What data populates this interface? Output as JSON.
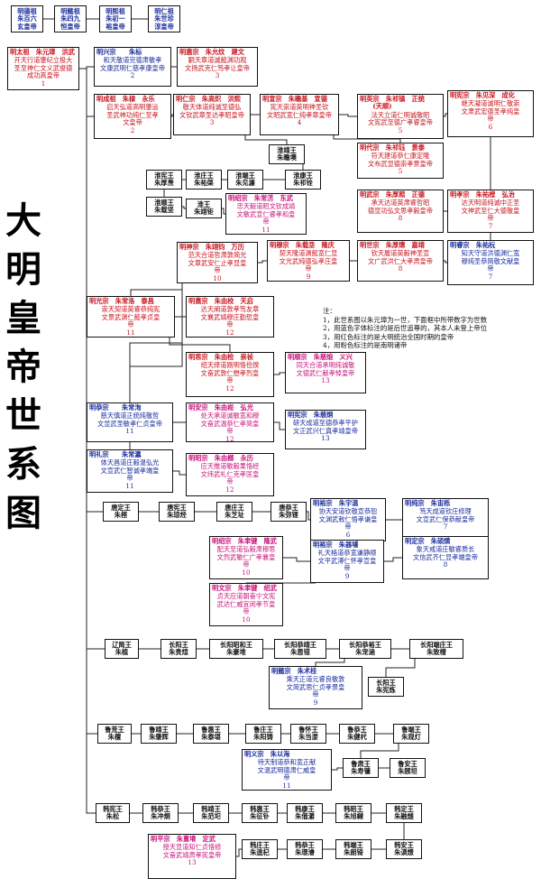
{
  "title": "大明皇帝世系图",
  "notes": {
    "label": "注：",
    "items": [
      "1，此世系图以朱元璋为一世，下面框中所带数字为世数",
      "2，用蓝色字体标注的是后世追尊的，其本人未登上帝位",
      "3，用红色标注的是大明统治全国时期的皇帝",
      "4，用粉色标注的是南明诸帝"
    ]
  },
  "colors": {
    "ruling": "#c8141e",
    "posthumous": "#1a2c9c",
    "southern_ming": "#c8147c",
    "other": "#111111"
  },
  "nodes": [
    {
      "id": "dezu",
      "style": "blue",
      "text": "明德祖\n朱百六\n玄皇帝"
    },
    {
      "id": "yizu",
      "style": "blue",
      "text": "明懿祖\n朱四九\n恒皇帝"
    },
    {
      "id": "xizu",
      "style": "blue",
      "text": "明熙祖\n朱初一\n裕皇帝"
    },
    {
      "id": "renzu",
      "style": "blue",
      "text": "明仁祖\n朱世珍\n淳皇帝"
    },
    {
      "id": "taizu",
      "style": "red",
      "head": "明太祖　朱元璋　洪武",
      "body": "开天行道肇纪立极大\n圣至神仁文义武俊德\n成功高皇帝",
      "gen": "1"
    },
    {
      "id": "xingzong",
      "style": "blue",
      "head": "明兴宗　　朱标",
      "body": "和天敬道完德肃敏孝\n文康武明仁慈孝康皇帝",
      "gen": "2"
    },
    {
      "id": "huidi",
      "style": "red",
      "head": "明惠宗　朱允炆　建文",
      "body": "嗣天章道诚懿渊功观\n文扬武克仁笃孝让皇帝",
      "gen": "3"
    },
    {
      "id": "chengzu",
      "style": "red",
      "head": "明成祖　朱棣　永乐",
      "body": "启天弘道高明肇运\n圣武神功纯仁至孝\n文皇帝",
      "gen": "2"
    },
    {
      "id": "renzong",
      "style": "red",
      "head": "明仁宗　朱高炽　洪熙",
      "body": "敬天体道纯诚至德弘\n文钦武章圣达孝昭皇帝",
      "gen": "3"
    },
    {
      "id": "xuanzong",
      "style": "red",
      "head": "明宣宗　朱瞻基　宣德",
      "body": "宪天崇道英明神圣钦\n文昭武宽仁纯孝章皇帝",
      "gen": "4"
    },
    {
      "id": "yingzong",
      "style": "red",
      "head": "明英宗　朱祁镇　正统\n　　(天顺)",
      "body": "法天立道仁明诚敬昭\n文宪武至德广孝睿皇帝",
      "gen": "5"
    },
    {
      "id": "xianzong",
      "style": "red",
      "head": "明宪宗　朱见深　成化",
      "body": "继天凝道诚明仁敬崇\n文肃武宏德圣孝纯皇\n帝",
      "gen": "6"
    },
    {
      "id": "daizong",
      "style": "red",
      "head": "明代宗　朱祁钰　景泰",
      "body": "符天建道恭仁康定隆\n文布武显德崇孝景皇帝",
      "gen": "5"
    },
    {
      "id": "huaijing",
      "style": "blk",
      "text": "淮靖王\n朱瞻墺"
    },
    {
      "id": "huaikang",
      "style": "blk",
      "text": "淮康王\n朱祁铨"
    },
    {
      "id": "huaixian",
      "style": "blk",
      "text": "淮宪王\n朱厚焘"
    },
    {
      "id": "huaizhuang",
      "style": "blk",
      "text": "淮庄王\n朱祐棨"
    },
    {
      "id": "huaiduan",
      "style": "blk",
      "text": "淮端王\n朱见濂"
    },
    {
      "id": "huaishun",
      "style": "blk",
      "text": "淮顺王\n朱载坚"
    },
    {
      "id": "huaiwang",
      "style": "blk",
      "text": "淮王\n朱翊钜"
    },
    {
      "id": "xiaozong",
      "style": "red",
      "head": "明孝宗　朱祐樘　弘治",
      "body": "达天明道纯诚中正圣\n文神武至仁大德敬皇\n帝",
      "gen": "7"
    },
    {
      "id": "wuzong",
      "style": "red",
      "head": "明武宗　朱厚照　正德",
      "body": "承天达道英肃睿哲昭\n德显功弘文思孝毅皇帝",
      "gen": "8"
    },
    {
      "id": "ruizong",
      "style": "blue",
      "head": "明睿宗　朱祐杬",
      "body": "知天守道洪德渊仁宽\n穆纯圣恭简敬文献皇\n帝",
      "gen": "7"
    },
    {
      "id": "shizong",
      "style": "red",
      "head": "明世宗　朱厚熜　嘉靖",
      "body": "钦天履道英毅神圣宣\n文广武洪仁大孝肃皇帝",
      "gen": "8"
    },
    {
      "id": "muzong",
      "style": "red",
      "head": "明穆宗　朱载坖　隆庆",
      "body": "契天隆道渊懿宽仁显\n文光武纯德弘孝庄皇\n帝",
      "gen": "9"
    },
    {
      "id": "shenzong",
      "style": "red",
      "head": "明神宗　朱翊钧　万历",
      "body": "范天合道哲肃敦简光\n文章武安仁止孝显皇\n帝",
      "gen": "10"
    },
    {
      "id": "shaozong",
      "style": "mag",
      "head": "明绍宗　朱常淓　东武",
      "body": "忠天毅道昭文钦成靖\n文敏武宣仁睿孝和皇\n帝",
      "gen": "11"
    },
    {
      "id": "guangzong",
      "style": "red",
      "head": "明光宗　朱常洛　泰昌",
      "body": "崇天契道英睿恭纯宪\n文景武渊仁懿孝贞皇\n帝",
      "gen": "11"
    },
    {
      "id": "xizong",
      "style": "red",
      "head": "明熹宗　朱由校　天启",
      "body": "达天阐道敦孝笃友章\n文襄武靖穆庄勤悊皇\n帝",
      "gen": "12"
    },
    {
      "id": "sizong",
      "style": "red",
      "head": "明思宗　朱由检　崇祯",
      "body": "绍天绎道刚明恪俭揆\n文奋武敦仁懋孝烈皇\n帝",
      "gen": "12"
    },
    {
      "id": "shunzong",
      "style": "mag",
      "head": "明顺宗　朱慈烺　义兴",
      "body": "同天合道承明纯诚敬\n文德武仁献孝悼皇帝",
      "gen": "13"
    },
    {
      "id": "gongzong",
      "style": "blue",
      "head": "明恭宗　　朱常洵",
      "body": "慈天慎道正统纯敬哲\n文显武圣敏孝仁贞皇帝",
      "gen": "11"
    },
    {
      "id": "anzong",
      "style": "mag",
      "head": "明安宗　朱由崧　弘光",
      "body": "处天承道诚敏宽和穆\n文奋武温恭仁孝简皇\n帝",
      "gen": "12"
    },
    {
      "id": "xianzong2",
      "style": "blue",
      "head": "明宪宗　朱慈炯",
      "body": "研天成道至德恭孝平护\n文正武兴仁真孝靖皇帝",
      "gen": "13"
    },
    {
      "id": "lizong",
      "style": "blue",
      "head": "明礼宗　　朱常瀛",
      "body": "体天昌道庄毅温弘光\n文宣武仁智诚孝端皇\n帝",
      "gen": "11"
    },
    {
      "id": "zhaozong",
      "style": "mag",
      "head": "明昭宗　朱由榔　永历",
      "body": "应天推道敏毅果恪经\n文纬武礼仁克孝匡皇\n帝",
      "gen": "12"
    },
    {
      "id": "tangding",
      "style": "blk",
      "text": "唐定王\n朱桱"
    },
    {
      "id": "tangxian",
      "style": "blk",
      "text": "唐宪王\n朱琼烃"
    },
    {
      "id": "tangzhuang",
      "style": "blk",
      "text": "唐庄王\n朱芝址"
    },
    {
      "id": "tanggong",
      "style": "blk",
      "text": "唐恭王\n朱弥锂"
    },
    {
      "id": "yuzong",
      "style": "blue",
      "head": "明裕宗　朱宇温",
      "body": "协天安道钦敬宣恭恕\n文渊武敕仁悟孝谦皇\n帝",
      "gen": "6"
    },
    {
      "id": "chunzong",
      "style": "blue",
      "head": "明纯宗　朱宙栎",
      "body": "笃天成道钦庄修理\n文宣武仁保恭献皇帝",
      "gen": "7"
    },
    {
      "id": "shaozong2",
      "style": "mag",
      "head": "明绍宗　朱聿键　隆武",
      "body": "配天至道弘毅肃穆思\n文烈武敏仁广孝襄皇\n帝",
      "gen": "10"
    },
    {
      "id": "yuzong2",
      "style": "blue",
      "head": "明裕宗　朱器墭",
      "body": "礼天格道恭宽谦静顺\n文平武溥仁怀孝宣皇\n帝",
      "gen": "9"
    },
    {
      "id": "dingzong",
      "style": "blue",
      "head": "明定宗　朱硕熿",
      "body": "象天戒道庄敏睿质长\n文信武齐仁显孝端皇帝",
      "gen": "8"
    },
    {
      "id": "wenzong",
      "style": "mag",
      "head": "明文宗　朱聿键　绍武",
      "body": "贞天应道朝奋宁文宪\n武达仁威宜闵孝节皇\n帝",
      "gen": "10"
    },
    {
      "id": "liaojian",
      "style": "blk",
      "text": "辽简王\n朱植"
    },
    {
      "id": "changyang",
      "style": "blk",
      "text": "长阳王\n朱贵煊"
    },
    {
      "id": "changyangzhao",
      "style": "blk",
      "text": "长阳昭和王\n朱豪堆"
    },
    {
      "id": "changyanggongjing",
      "style": "blk",
      "text": "长阳恭靖王\n朱恩错"
    },
    {
      "id": "changyanggongyu",
      "style": "blk",
      "text": "长阳恭裕王\n朱宠涵"
    },
    {
      "id": "changyangduanzhuang",
      "style": "blk",
      "text": "长阳端庄王\n朱致橧"
    },
    {
      "id": "yizong",
      "style": "blue",
      "head": "明懿宗　朱术桂",
      "body": "乘天正道元睿良敏敦\n文简武思仁贞孝景皇\n帝",
      "gen": "9"
    },
    {
      "id": "changyangwang",
      "style": "blk",
      "text": "长阳王\n朱宪炼"
    },
    {
      "id": "lujing",
      "style": "blk",
      "text": "鲁荒王\n朱檀"
    },
    {
      "id": "lujing2",
      "style": "blk",
      "text": "鲁靖王\n朱肇辉"
    },
    {
      "id": "luhui",
      "style": "blk",
      "text": "鲁惠王\n朱泰堪"
    },
    {
      "id": "luzhuang",
      "style": "blk",
      "text": "鲁庄王\n朱阳铸"
    },
    {
      "id": "luhui2",
      "style": "blk",
      "text": "鲁怀王\n朱当漤"
    },
    {
      "id": "lugong",
      "style": "blk",
      "text": "鲁恭王\n朱健杙"
    },
    {
      "id": "luduan",
      "style": "blk",
      "text": "鲁端王\n朱观灯"
    },
    {
      "id": "wenzong2",
      "style": "blue",
      "head": "明义宗　朱以海",
      "body": "待天制道恭和宽正献\n文温武明德肃仁威皇\n帝",
      "gen": "11"
    },
    {
      "id": "lusu",
      "style": "blk",
      "text": "鲁肃王\n朱寿镛"
    },
    {
      "id": "luan",
      "style": "blk",
      "text": "鲁安王\n朱颐坦"
    },
    {
      "id": "hanxian",
      "style": "blk",
      "text": "韩宪王\n朱松"
    },
    {
      "id": "hangong",
      "style": "blk",
      "text": "韩恭王\n朱冲烔"
    },
    {
      "id": "hanjing",
      "style": "blk",
      "text": "韩靖王\n朱范圯"
    },
    {
      "id": "hanhuai",
      "style": "blk",
      "text": "韩惠王\n朱征钋"
    },
    {
      "id": "hankang",
      "style": "blk",
      "text": "韩康王\n朱偕灂"
    },
    {
      "id": "hanzhao",
      "style": "blk",
      "text": "韩昭王\n朱旭樾"
    },
    {
      "id": "handing",
      "style": "blk",
      "text": "韩定王\n朱融燧"
    },
    {
      "id": "pingzong",
      "style": "mag",
      "head": "明平宗　朱亶塉　定武",
      "body": "授天显道知仁贞恪修\n文奋武靖肃孝宪皇帝",
      "gen": "13"
    },
    {
      "id": "hanzhuang",
      "style": "blk",
      "text": "韩庄王\n朱逵杞"
    },
    {
      "id": "hangong2",
      "style": "blk",
      "text": "韩恭王\n朱璟濬"
    },
    {
      "id": "handuan",
      "style": "blk",
      "text": "韩端王\n朱朗锜"
    },
    {
      "id": "hanan",
      "style": "blk",
      "text": "韩安王\n朱谟燝"
    }
  ]
}
